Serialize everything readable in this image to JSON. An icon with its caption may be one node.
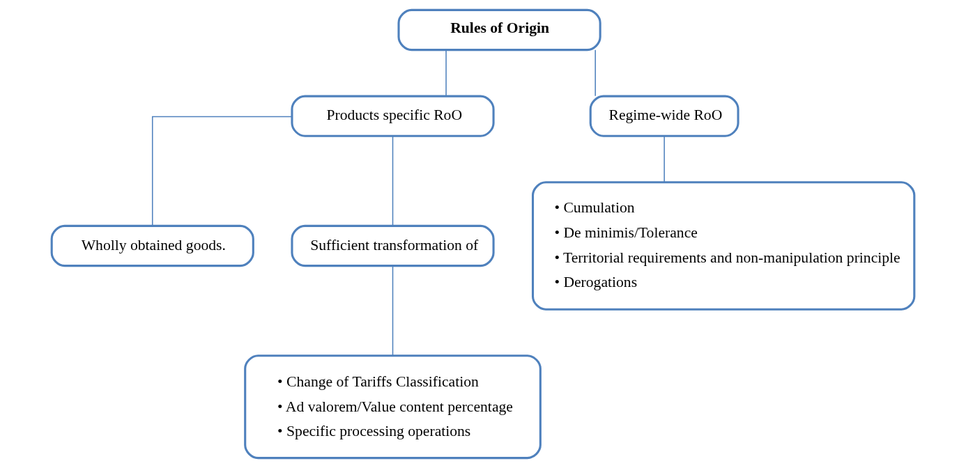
{
  "diagram": {
    "nodes": [
      {
        "text": [
          "Rules of Origin"
        ]
      },
      {
        "text": [
          "Products specific RoO"
        ]
      },
      {
        "text": [
          "Regime-wide RoO"
        ]
      },
      {
        "text": [
          "Wholly obtained goods."
        ]
      },
      {
        "text": [
          "Sufficient transformation of"
        ]
      },
      {
        "text": [
          "• Change of Tariffs Classification",
          "• Ad valorem/Value content percentage",
          "• Specific processing operations"
        ]
      },
      {
        "text": [
          "• Cumulation",
          "• De minimis/Tolerance",
          "• Territorial requirements and non-manipulation principle",
          "• Derogations"
        ]
      }
    ],
    "edges": [
      {
        "from": 0,
        "to": 1,
        "arrow": "none"
      },
      {
        "from": 0,
        "to": 2,
        "arrow": "none"
      },
      {
        "from": 1,
        "to": 3,
        "arrow": "none"
      },
      {
        "from": 1,
        "to": 4,
        "arrow": "none"
      },
      {
        "from": 4,
        "to": 5,
        "arrow": "none"
      },
      {
        "from": 2,
        "to": 6,
        "arrow": "none"
      }
    ]
  }
}
